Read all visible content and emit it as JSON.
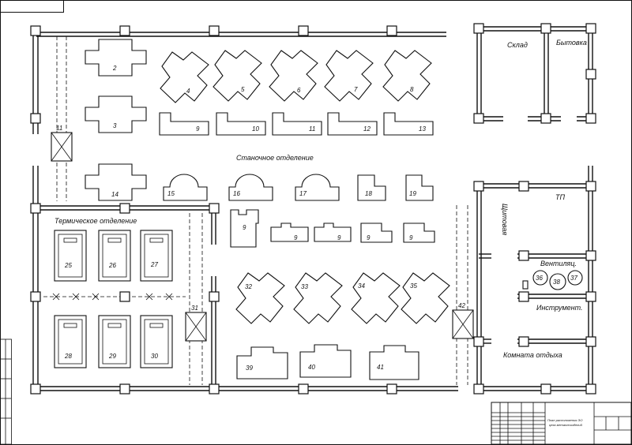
{
  "rooms": {
    "sklad": "Склад",
    "bytovka": "Бытовка",
    "stanochnoe": "Станочное отделение",
    "termicheskoe": "Термическое отделение",
    "shchitovaya": "Щитовая",
    "tp": "ТП",
    "ventilyac": "Вентиляц.",
    "instrument": "Инструмент.",
    "komnata": "Комната отдыха"
  },
  "machines": {
    "m2": "2",
    "m3": "3",
    "m4": "4",
    "m5": "5",
    "m6": "6",
    "m7": "7",
    "m8": "8",
    "m9a": "9",
    "m10": "10",
    "m11a": "11",
    "m12": "12",
    "m13": "13",
    "m11crane": "11",
    "m14": "14",
    "m15": "15",
    "m16": "16",
    "m17": "17",
    "m18": "18",
    "m19": "19",
    "m9b": "9",
    "m9c": "9",
    "m9d": "9",
    "m9e": "9",
    "m9f": "9",
    "m25": "25",
    "m26": "26",
    "m27": "27",
    "m28": "28",
    "m29": "29",
    "m30": "30",
    "m31": "31",
    "m32": "32",
    "m33": "33",
    "m34": "34",
    "m35": "35",
    "m36": "36",
    "m37": "37",
    "m38": "38",
    "m39": "39",
    "m40": "40",
    "m41": "41",
    "m42": "42"
  },
  "title_block": {
    "line1": "План расположения ЭО",
    "line2": "цеха металлоизделий"
  }
}
